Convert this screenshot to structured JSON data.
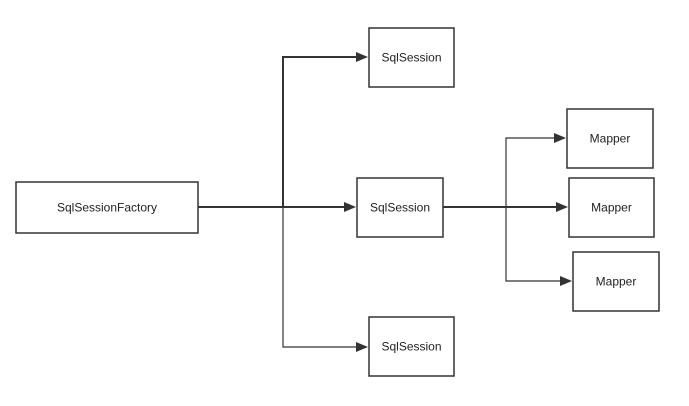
{
  "diagram": {
    "nodes": {
      "factory": {
        "label": "SqlSessionFactory"
      },
      "session_top": {
        "label": "SqlSession"
      },
      "session_middle": {
        "label": "SqlSession"
      },
      "session_bottom": {
        "label": "SqlSession"
      },
      "mapper_1": {
        "label": "Mapper"
      },
      "mapper_2": {
        "label": "Mapper"
      },
      "mapper_3": {
        "label": "Mapper"
      }
    },
    "edges": [
      {
        "from": "factory",
        "to": "session_top"
      },
      {
        "from": "factory",
        "to": "session_middle"
      },
      {
        "from": "factory",
        "to": "session_bottom"
      },
      {
        "from": "session_middle",
        "to": "mapper_1"
      },
      {
        "from": "session_middle",
        "to": "mapper_2"
      },
      {
        "from": "session_middle",
        "to": "mapper_3"
      }
    ],
    "colors": {
      "stroke": "#333333",
      "background": "#ffffff",
      "text": "#222222"
    }
  }
}
